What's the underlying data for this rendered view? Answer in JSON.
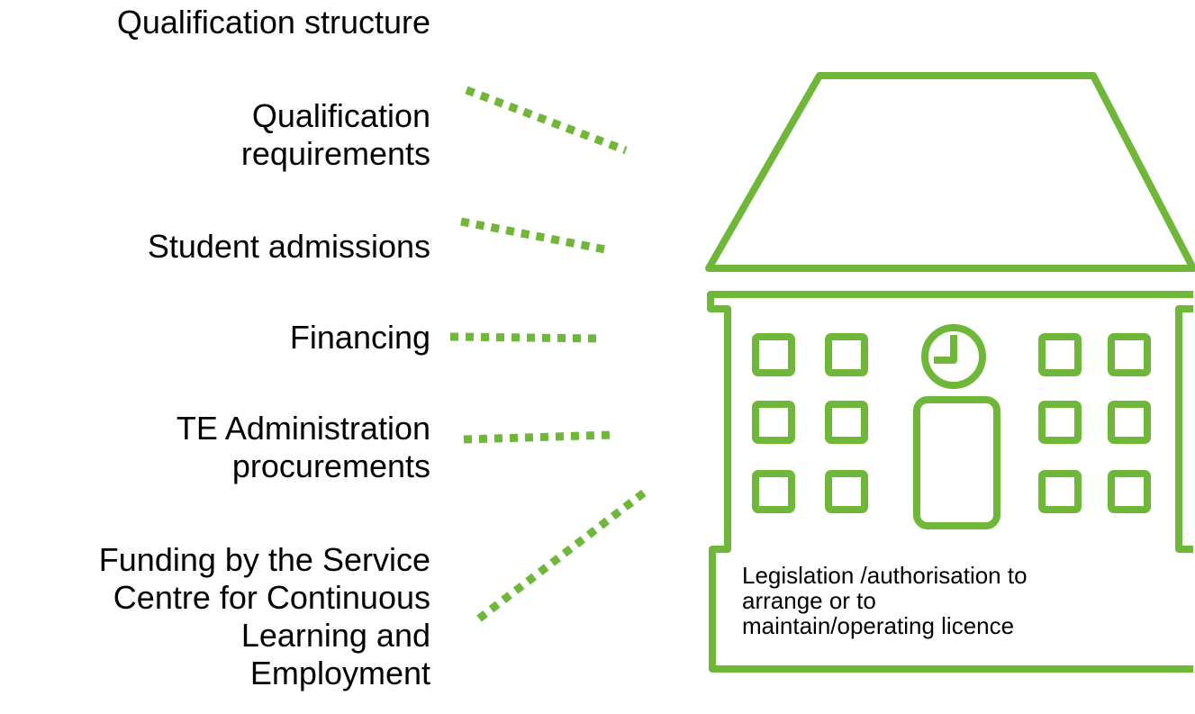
{
  "labels": {
    "qualification_structure": "Qualification structure",
    "qualification_requirements_line1": "Qualification",
    "qualification_requirements_line2": "requirements",
    "student_admissions": "Student admissions",
    "financing": "Financing",
    "te_admin_line1": "TE Administration",
    "te_admin_line2": "procurements",
    "funding_line1": "Funding by the Service",
    "funding_line2": "Centre for Continuous",
    "funding_line3": "Learning and",
    "funding_line4": "Employment"
  },
  "building": {
    "caption_line1": "Legislation /authorisation to",
    "caption_line2": "arrange or to",
    "caption_line3": "maintain/operating licence"
  },
  "colors": {
    "accent": "#6fb739",
    "text": "#000000",
    "background": "#ffffff"
  }
}
